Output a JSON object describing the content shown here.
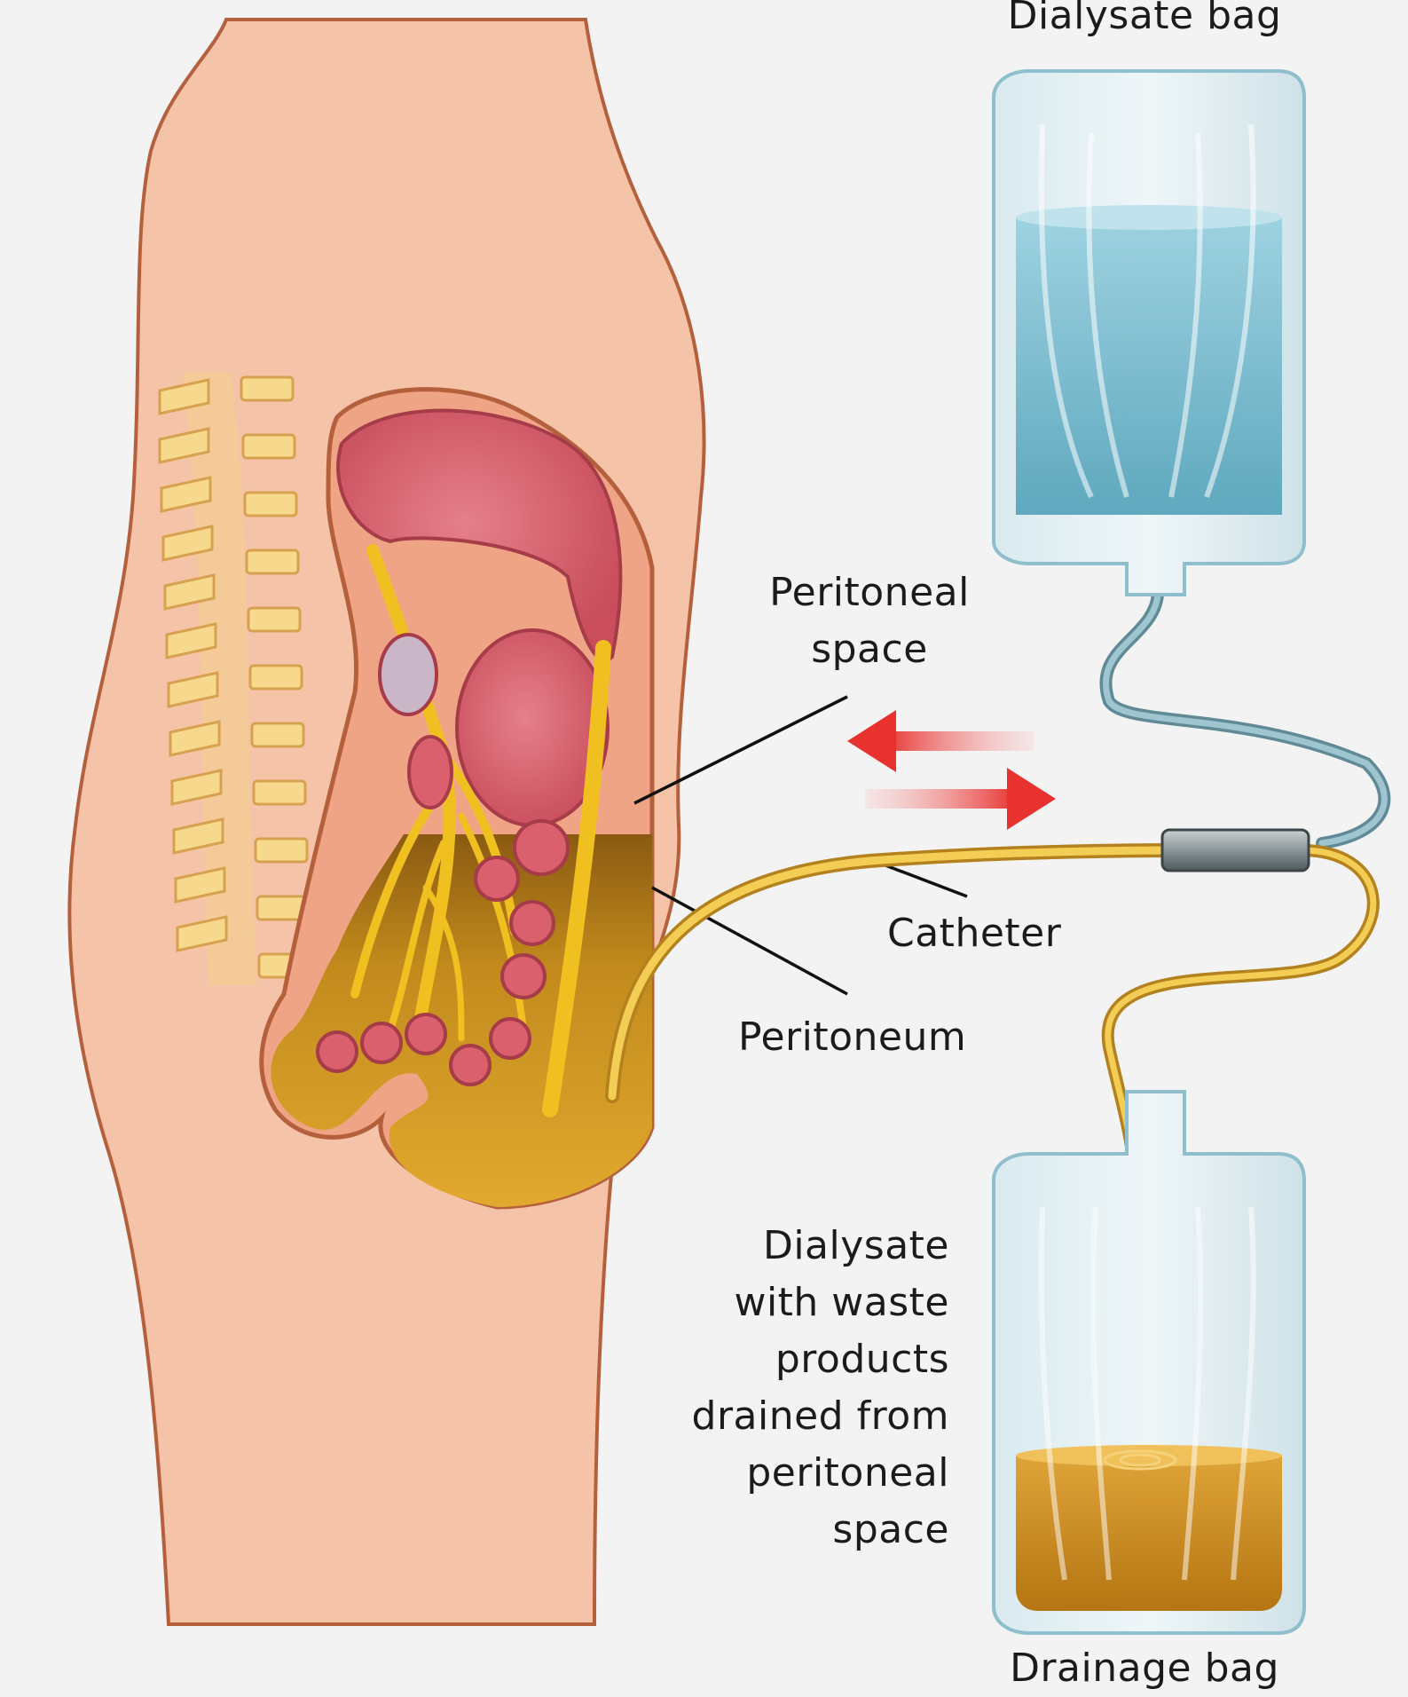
{
  "labels": {
    "dialysate_bag": "Dialysate bag",
    "peritoneal_space": [
      "Peritoneal",
      "space"
    ],
    "catheter": "Catheter",
    "peritoneum": "Peritoneum",
    "drained_note": [
      "Dialysate",
      "with waste",
      "products",
      "drained from",
      "peritoneal",
      "space"
    ],
    "drainage_bag": "Drainage bag"
  },
  "colors": {
    "background": "#f3f3f4",
    "skin": "#f4c3a8",
    "skin_outline": "#b5603d",
    "dialysate": "#7fc0d3",
    "waste_fluid": "#c98d1e",
    "catheter": "#e9b93c",
    "arrows": "#e8322f",
    "tube": "#8fb3be"
  }
}
